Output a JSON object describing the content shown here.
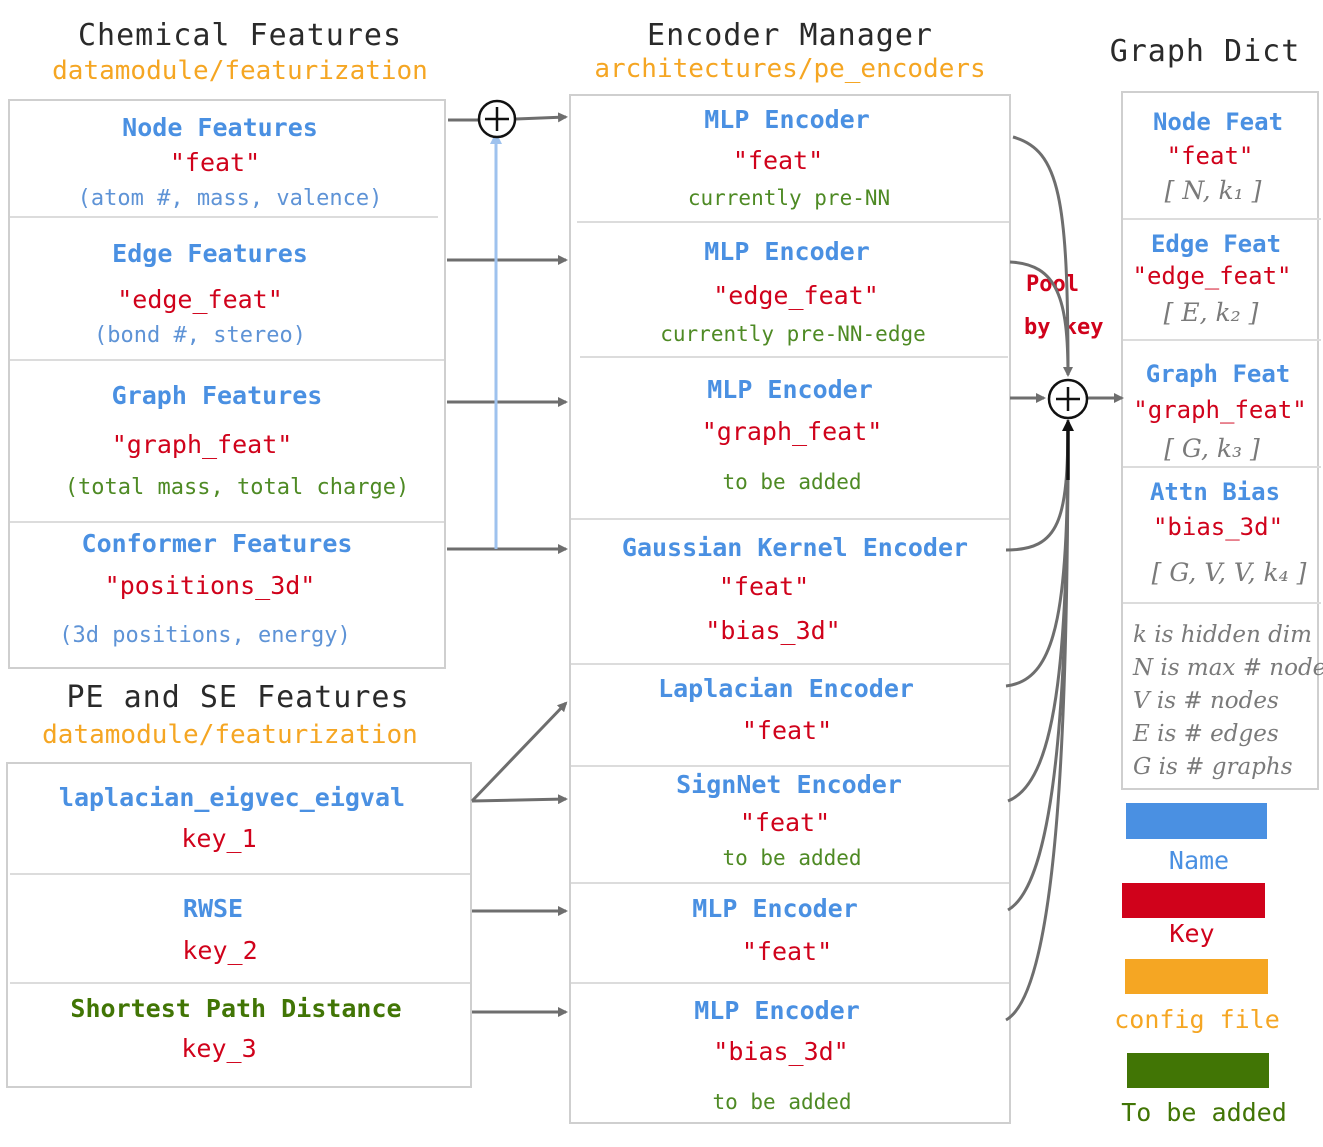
{
  "headers": {
    "chemical": "Chemical Features",
    "chemical_cfg": "datamodule/featurization",
    "encoder": "Encoder Manager",
    "encoder_cfg": "architectures/pe_encoders",
    "graph": "Graph Dict",
    "pese": "PE and SE Features",
    "pese_cfg": "datamodule/featurization"
  },
  "chemical": [
    {
      "name": "Node Features",
      "key": "\"feat\"",
      "desc": "(atom #, mass, valence)"
    },
    {
      "name": "Edge Features",
      "key": "\"edge_feat\"",
      "desc": "(bond #, stereo)"
    },
    {
      "name": "Graph Features",
      "key": "\"graph_feat\"",
      "desc": "(total mass, total charge)"
    },
    {
      "name": "Conformer Features",
      "key": "\"positions_3d\"",
      "desc": "(3d positions, energy)"
    }
  ],
  "pese": [
    {
      "name": "laplacian_eigvec_eigval",
      "key": "key_1"
    },
    {
      "name": "RWSE",
      "key": "key_2"
    },
    {
      "name": "Shortest Path Distance",
      "key": "key_3"
    }
  ],
  "encoders": [
    {
      "name": "MLP Encoder",
      "key": "\"feat\"",
      "note": "currently pre-NN"
    },
    {
      "name": "MLP Encoder",
      "key": "\"edge_feat\"",
      "note": "currently pre-NN-edge"
    },
    {
      "name": "MLP Encoder",
      "key": "\"graph_feat\"",
      "note": "to be added"
    },
    {
      "name": "Gaussian Kernel Encoder",
      "key": "\"feat\"",
      "key2": "\"bias_3d\""
    },
    {
      "name": "Laplacian Encoder",
      "key": "\"feat\""
    },
    {
      "name": "SignNet Encoder",
      "key": "\"feat\"",
      "note": "to be added"
    },
    {
      "name": "MLP Encoder",
      "key": "\"feat\""
    },
    {
      "name": "MLP Encoder",
      "key": "\"bias_3d\"",
      "note": "to be added"
    }
  ],
  "pool_label": {
    "line1": "Pool",
    "line2": "by key"
  },
  "graph_dict": [
    {
      "name": "Node Feat",
      "key": "\"feat\"",
      "dim": "[ N, k₁ ]"
    },
    {
      "name": "Edge Feat",
      "key": "\"edge_feat\"",
      "dim": "[ E, k₂ ]"
    },
    {
      "name": "Graph Feat",
      "key": "\"graph_feat\"",
      "dim": "[ G, k₃ ]"
    },
    {
      "name": "Attn Bias",
      "key": "\"bias_3d\"",
      "dim": "[ G, V, V, k₄ ]"
    }
  ],
  "notes": [
    "k is hidden dim",
    "N is max # nodes",
    "V is # nodes",
    "E is # edges",
    "G is # graphs"
  ],
  "legend": [
    {
      "label": "Name",
      "color": "#4a90e2"
    },
    {
      "label": "Key",
      "color": "#d0021b"
    },
    {
      "label": "config file",
      "color": "#f5a623"
    },
    {
      "label": "To be added",
      "color": "#417505"
    }
  ],
  "icons": {
    "sum": "circle-plus-icon"
  }
}
